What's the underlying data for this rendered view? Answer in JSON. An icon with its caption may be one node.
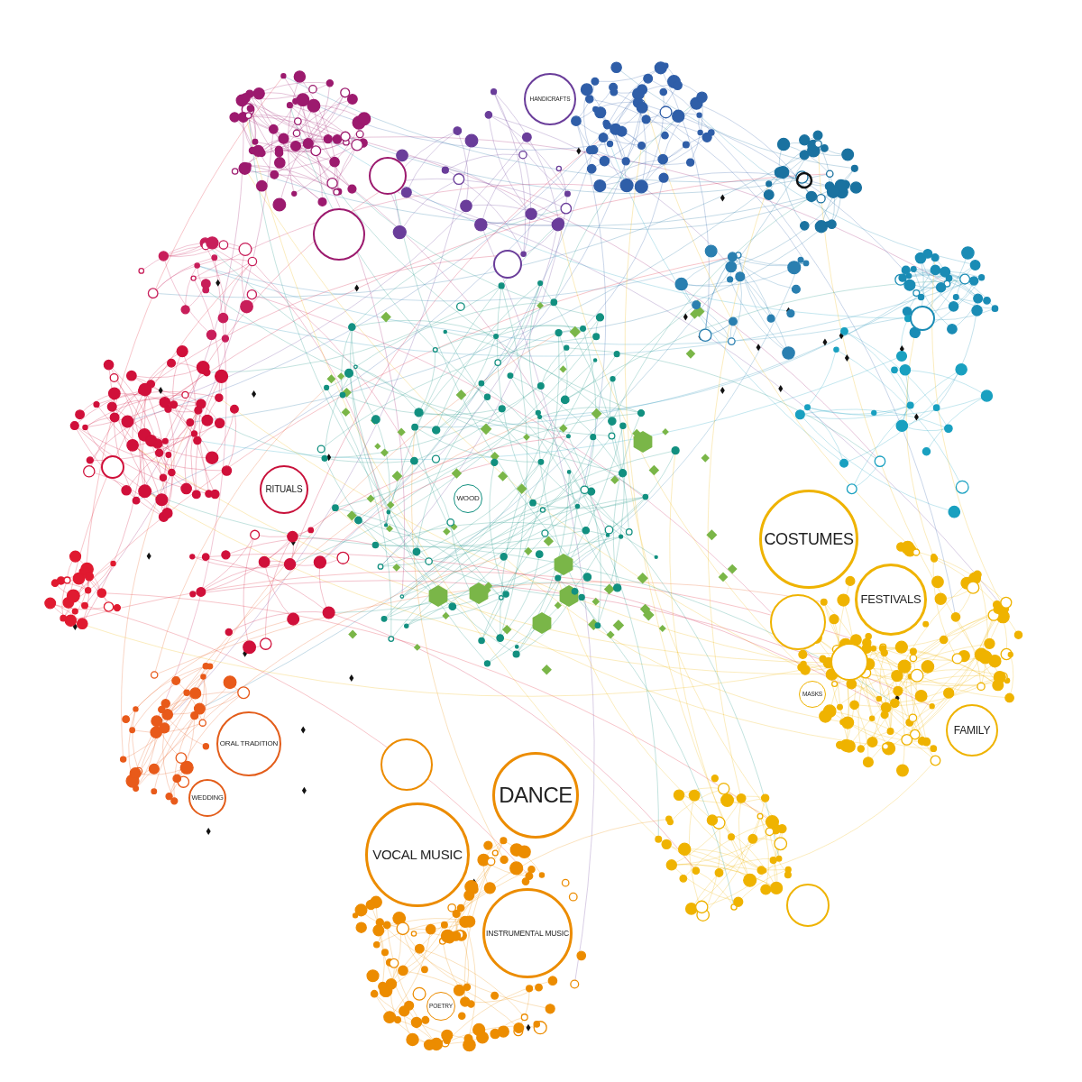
{
  "diagram": {
    "nodes": [
      {
        "text": [
          "HANDICRAFTS"
        ]
      },
      {
        "text": [
          "RITUALS"
        ]
      },
      {
        "text": [
          "WOOD"
        ]
      },
      {
        "text": [
          "COSTUMES"
        ]
      },
      {
        "text": [
          "FESTIVALS"
        ]
      },
      {
        "text": [
          "MASKS"
        ]
      },
      {
        "text": [
          "FAMILY"
        ]
      },
      {
        "text": [
          "ORAL TRADITION"
        ]
      },
      {
        "text": [
          "WEDDING"
        ]
      },
      {
        "text": [
          "DANCE"
        ]
      },
      {
        "text": [
          "VOCAL MUSIC"
        ]
      },
      {
        "text": [
          "INSTRUMENTAL MUSIC"
        ]
      },
      {
        "text": [
          "POETRY"
        ]
      }
    ]
  }
}
